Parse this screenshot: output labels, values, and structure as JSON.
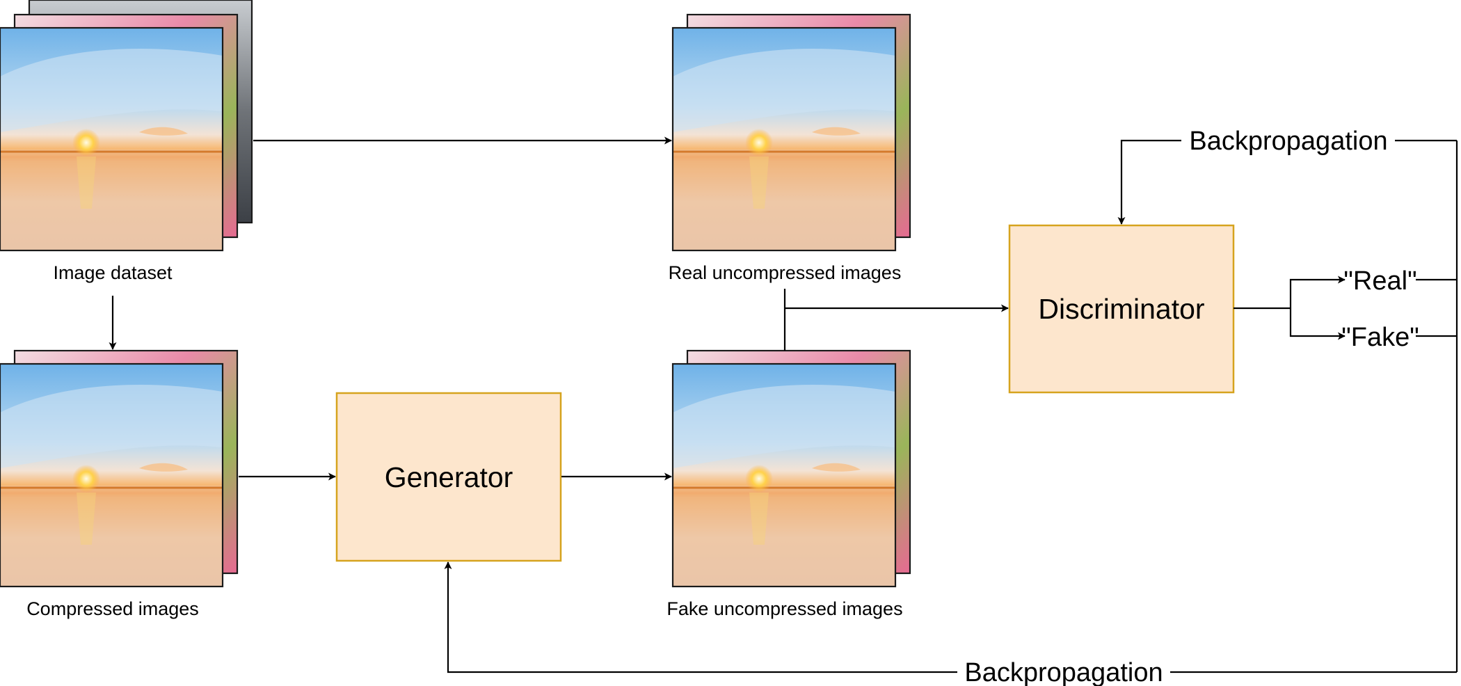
{
  "captions": {
    "image_dataset": "Image dataset",
    "compressed_images": "Compressed images",
    "real_uncompressed": "Real uncompressed images",
    "fake_uncompressed": "Fake uncompressed images"
  },
  "boxes": {
    "generator": "Generator",
    "discriminator": "Discriminator"
  },
  "outputs": {
    "real": "\"Real\"",
    "fake": "\"Fake\""
  },
  "edges": {
    "backprop_top": "Backpropagation",
    "backprop_bottom": "Backpropagation"
  },
  "colors": {
    "box_fill": "#fde6cd",
    "box_stroke": "#d6a31e",
    "line": "#000000",
    "background": "#ffffff"
  },
  "icons": {
    "sunset": "sunset-photo-icon",
    "flowers": "pink-flowers-photo-icon",
    "city": "city-skyline-photo-icon"
  }
}
